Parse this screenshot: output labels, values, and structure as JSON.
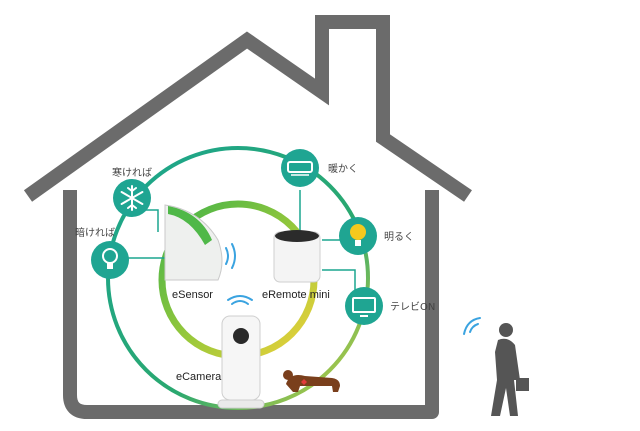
{
  "colors": {
    "house_outline": "#6b6b6b",
    "ring_teal": "#1ba58f",
    "ring_green": "#3fb24a",
    "ring_yellow": "#f2d13a",
    "icon_teal": "#1fa592",
    "bulb_yellow": "#f4c91e",
    "wifi_blue": "#3aa3e0",
    "silhouette": "#555555",
    "heart_red": "#e23b3b"
  },
  "triggers": {
    "cold": {
      "label": "寒ければ",
      "icon": "snowflake-icon"
    },
    "dark": {
      "label": "暗ければ",
      "icon": "lightbulb-icon"
    }
  },
  "actions": {
    "warm": {
      "label": "暖かく",
      "icon": "air-conditioner-icon"
    },
    "bright": {
      "label": "明るく",
      "icon": "lightbulb-icon"
    },
    "tv": {
      "label": "テレビON",
      "icon": "television-icon"
    }
  },
  "devices": {
    "esensor": {
      "label": "eSensor"
    },
    "eremote": {
      "label": "eRemote mini"
    },
    "ecamera": {
      "label": "eCamera"
    }
  }
}
